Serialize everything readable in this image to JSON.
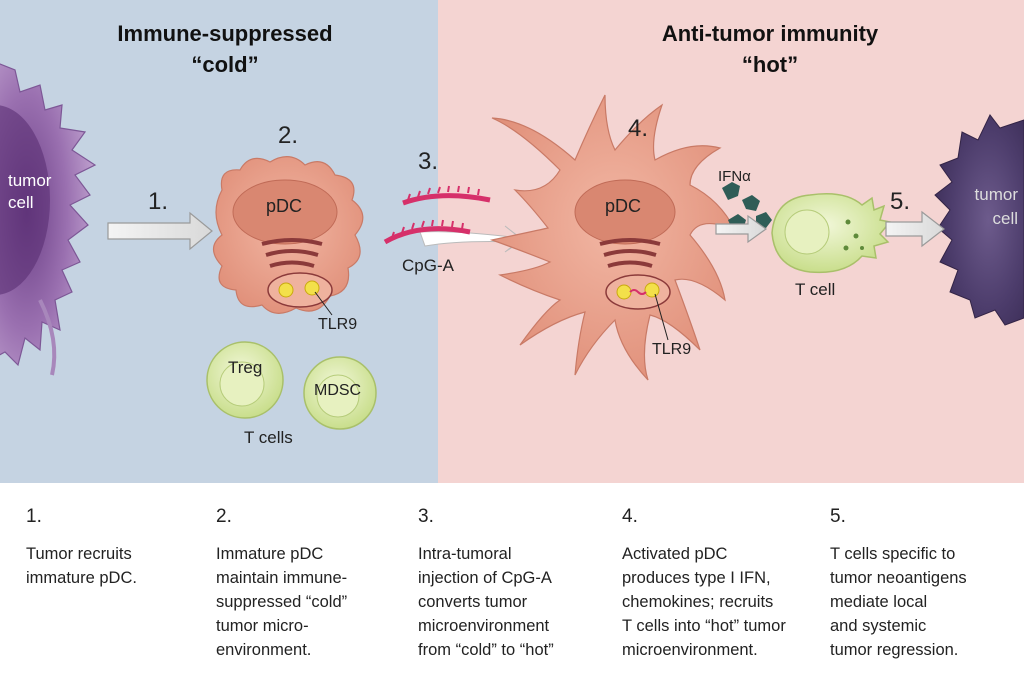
{
  "header": {
    "cold_title_line1": "Immune-suppressed",
    "cold_title_line2": "“cold”",
    "hot_title_line1": "Anti-tumor immunity",
    "hot_title_line2": "“hot”"
  },
  "colors": {
    "cold_bg": "#c5d3e2",
    "hot_bg": "#f4d4d2",
    "tumor_cell": "#a07ab4",
    "pdc": "#eaa28e",
    "t_cell": "#d9e8a8",
    "cpg": "#d6306a",
    "ifn": "#2f5d57"
  },
  "diagram": {
    "labels": {
      "tumor_left": "tumor\ncell",
      "tumor_right": "tumor\ncell",
      "pdc_cold": "pDC",
      "pdc_hot": "pDC",
      "tlr9_cold": "TLR9",
      "tlr9_hot": "TLR9",
      "treg": "Treg",
      "mdsc": "MDSC",
      "t_cells_group": "T cells",
      "cpg_a": "CpG-A",
      "ifn_alpha": "IFNα",
      "t_cell_hot": "T cell"
    },
    "step_numbers": [
      "1.",
      "2.",
      "3.",
      "4.",
      "5."
    ]
  },
  "captions": [
    {
      "num": "1.",
      "text": "Tumor recruits\nimmature pDC."
    },
    {
      "num": "2.",
      "text": "Immature pDC\nmaintain immune-\nsuppressed “cold”\ntumor micro-\nenvironment."
    },
    {
      "num": "3.",
      "text": "Intra-tumoral\ninjection of CpG-A\nconverts tumor\nmicroenvironment\nfrom “cold” to “hot”"
    },
    {
      "num": "4.",
      "text": "Activated pDC\nproduces type I IFN,\nchemokines; recruits\nT cells into “hot” tumor\nmicroenvironment."
    },
    {
      "num": "5.",
      "text": "T cells specific to\ntumor neoantigens\nmediate local\nand systemic\ntumor regression."
    }
  ]
}
